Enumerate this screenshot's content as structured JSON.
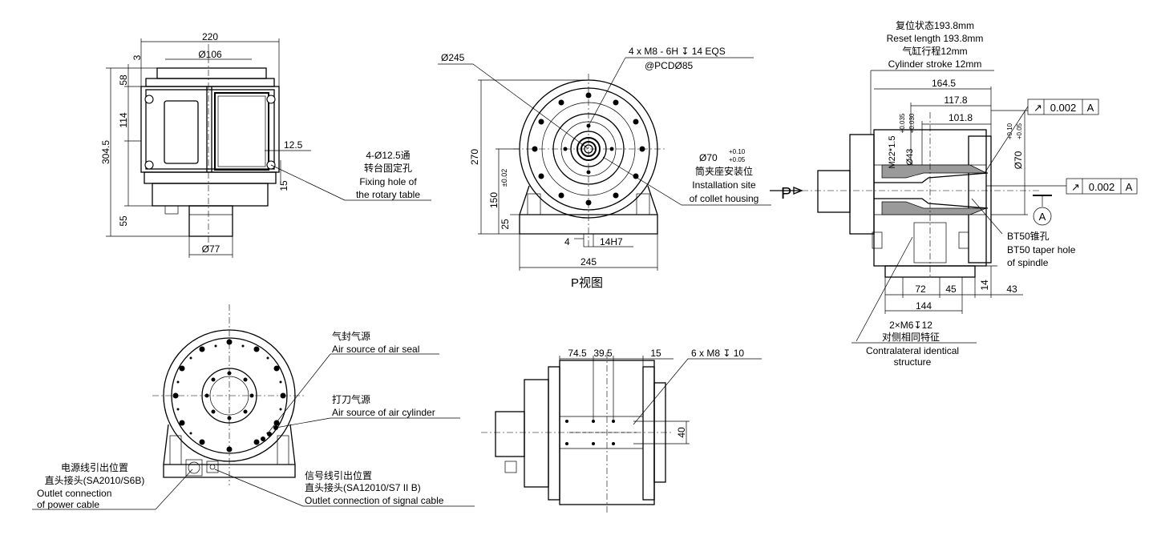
{
  "top_left_view": {
    "dims": {
      "width": "220",
      "bore": "Ø106",
      "d3": "3",
      "d58": "58",
      "d114": "114",
      "total": "304.5",
      "d55": "55",
      "d77": "Ø77",
      "d125": "12.5",
      "d15": "15"
    },
    "callout_cn": "4-Ø12.5通",
    "callout_cn2": "转台固定孔",
    "callout_en1": "Fixing hole of",
    "callout_en2": "the rotary table"
  },
  "p_view": {
    "dims": {
      "d245": "Ø245",
      "d270": "270",
      "d150": "150",
      "d150_tol": "±0.02",
      "d25": "25",
      "d4": "4",
      "d14h7": "14H7",
      "width": "245"
    },
    "thread_note1": "4 x M8 - 6H ↧ 14 EQS",
    "thread_note2": "@PCDØ85",
    "collet_dim": "Ø70",
    "collet_tol_up": "+0.10",
    "collet_tol_low": "+0.05",
    "collet_cn": "筒夹座安装位",
    "collet_en1": "Installation site",
    "collet_en2": "of collet housing",
    "title": "P视图"
  },
  "side_view": {
    "reset_cn": "复位状态193.8mm",
    "reset_en": "Reset length 193.8mm",
    "stroke_cn": "气缸行程12mm",
    "stroke_en": "Cylinder stroke 12mm",
    "dims": {
      "d1645": "164.5",
      "d1178": "117.8",
      "d1018": "101.8",
      "m22": "M22*1.5",
      "d43": "Ø43",
      "d43_up": "+0.035",
      "d43_low": "+0.030",
      "d70": "Ø70",
      "d70_up": "+0.10",
      "d70_low": "+0.05",
      "d72": "72",
      "d45": "45",
      "d14": "14",
      "d43b": "43",
      "d144": "144"
    },
    "tol1": "0.002",
    "tol2": "0.002",
    "datum": "A",
    "p_label": "P",
    "bt50_cn": "BT50锥孔",
    "bt50_en1": "BT50 taper hole",
    "bt50_en2": "of spindle",
    "m6_note": "2×M6↧12",
    "m6_cn": "对侧相同特征",
    "m6_en1": "Contralateral identical",
    "m6_en2": "structure"
  },
  "bottom_left_view": {
    "air_seal_cn": "气封气源",
    "air_seal_en": "Air source of air seal",
    "air_cyl_cn": "打刀气源",
    "air_cyl_en": "Air source of air cylinder",
    "power_cn1": "电源线引出位置",
    "power_cn2": "直头接头(SA2010/S6B)",
    "power_en1": "Outlet connection",
    "power_en2": "of power cable",
    "signal_cn1": "信号线引出位置",
    "signal_cn2": "直头接头(SA12010/S7 II B)",
    "signal_en": "Outlet connection of signal cable"
  },
  "bottom_mid_view": {
    "dims": {
      "d745": "74.5",
      "d395": "39.5",
      "d15": "15",
      "d40": "40"
    },
    "thread_note": "6 x  M8 ↧ 10"
  }
}
